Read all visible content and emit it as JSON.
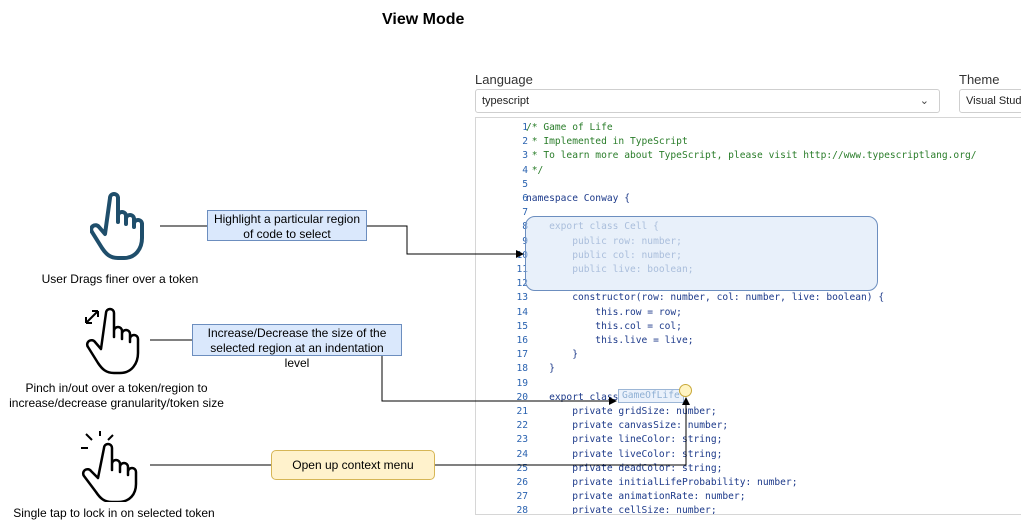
{
  "title": "View Mode",
  "language_label": "Language",
  "language_value": "typescript",
  "theme_label": "Theme",
  "theme_value": "Visual Studio",
  "code_lines": [
    {
      "n": "1",
      "text": "/* Game of Life",
      "comment": true
    },
    {
      "n": "2",
      "text": " * Implemented in TypeScript",
      "comment": true
    },
    {
      "n": "3",
      "text": " * To learn more about TypeScript, please visit http://www.typescriptlang.org/",
      "comment": true
    },
    {
      "n": "4",
      "text": " */",
      "comment": true
    },
    {
      "n": "5",
      "text": ""
    },
    {
      "n": "6",
      "text": "namespace Conway {"
    },
    {
      "n": "7",
      "text": ""
    },
    {
      "n": "8",
      "text": "    export class Cell {",
      "dim": true
    },
    {
      "n": "9",
      "text": "        public row: number;",
      "dim": true
    },
    {
      "n": "10",
      "text": "        public col: number;",
      "dim": true
    },
    {
      "n": "11",
      "text": "        public live: boolean;",
      "dim": true
    },
    {
      "n": "12",
      "text": ""
    },
    {
      "n": "13",
      "text": "        constructor(row: number, col: number, live: boolean) {"
    },
    {
      "n": "14",
      "text": "            this.row = row;"
    },
    {
      "n": "15",
      "text": "            this.col = col;"
    },
    {
      "n": "16",
      "text": "            this.live = live;"
    },
    {
      "n": "17",
      "text": "        }"
    },
    {
      "n": "18",
      "text": "    }"
    },
    {
      "n": "19",
      "text": ""
    },
    {
      "n": "20",
      "text": "    export class"
    },
    {
      "n": "21",
      "text": "        private gridSize: number;"
    },
    {
      "n": "22",
      "text": "        private canvasSize: number;"
    },
    {
      "n": "23",
      "text": "        private lineColor: string;"
    },
    {
      "n": "24",
      "text": "        private liveColor: string;"
    },
    {
      "n": "25",
      "text": "        private deadColor: string;"
    },
    {
      "n": "26",
      "text": "        private initialLifeProbability: number;"
    },
    {
      "n": "27",
      "text": "        private animationRate: number;"
    },
    {
      "n": "28",
      "text": "        private cellSize: number;"
    }
  ],
  "token_text": "GameOfLife",
  "callouts": {
    "highlight": "Highlight a particular region of code to select",
    "resize": "Increase/Decrease the size of the selected region at an indentation level",
    "context": "Open up context menu"
  },
  "captions": {
    "drag": "User Drags finer over a token",
    "pinch": "Pinch in/out over a token/region to increase/decrease granularity/token size",
    "tap": "Single tap to lock in on selected token"
  },
  "icons": {
    "drag_hand": "pointing-hand-icon",
    "pinch_hand": "pinch-hand-icon",
    "tap_hand": "tap-hand-icon",
    "chevron": "chevron-down-icon"
  },
  "colors": {
    "callout_fill": "#dae8fc",
    "callout_stroke": "#6c8ebf",
    "context_fill": "#fff2cc",
    "context_stroke": "#d6b656",
    "hand_fill": "#1f4e6b"
  }
}
